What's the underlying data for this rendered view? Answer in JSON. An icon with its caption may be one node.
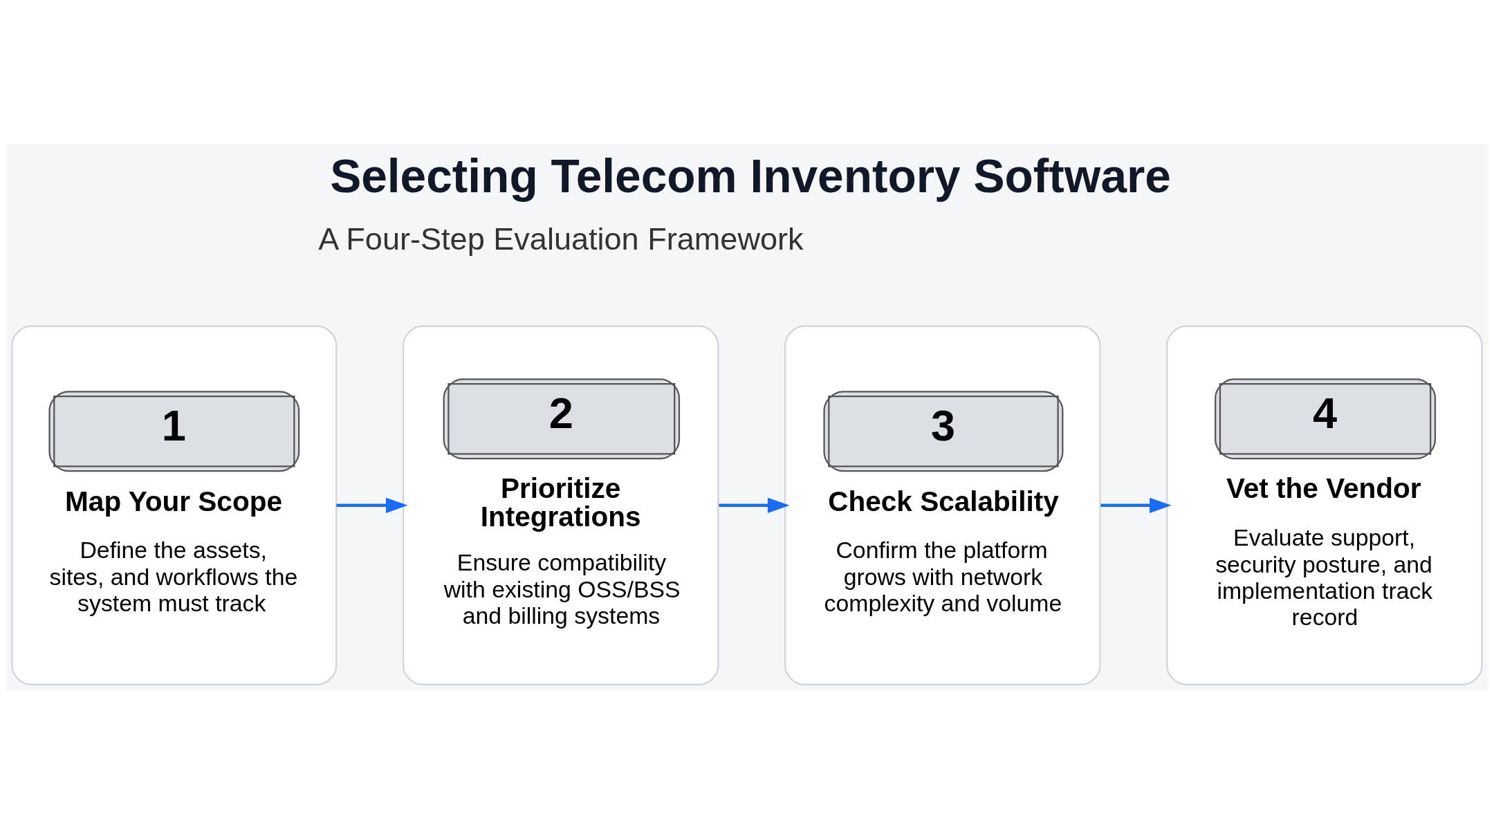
{
  "diagram": {
    "title": "Selecting Telecom Inventory Software",
    "nodes": [
      {
        "text": [
          "1",
          "Map Your Scope",
          "Define the assets, sites, and workflows the system must track"
        ]
      },
      {
        "text": [
          "2",
          "Prioritize Integrations",
          "Ensure compatibility with existing OSS/BSS and billing systems"
        ]
      },
      {
        "text": [
          "3",
          "Check Scalability",
          "Confirm the platform grows with network complexity and volume"
        ]
      },
      {
        "text": [
          "4",
          "Vet the Vendor",
          "Evaluate support, security posture, and implementation track record"
        ]
      }
    ],
    "edges": [
      {
        "from": 0,
        "to": 1,
        "arrow": "to"
      },
      {
        "from": 1,
        "to": 2,
        "arrow": "to"
      },
      {
        "from": 2,
        "to": 3,
        "arrow": "to"
      }
    ],
    "labels": [
      "A Four-Step Evaluation Framework"
    ]
  }
}
